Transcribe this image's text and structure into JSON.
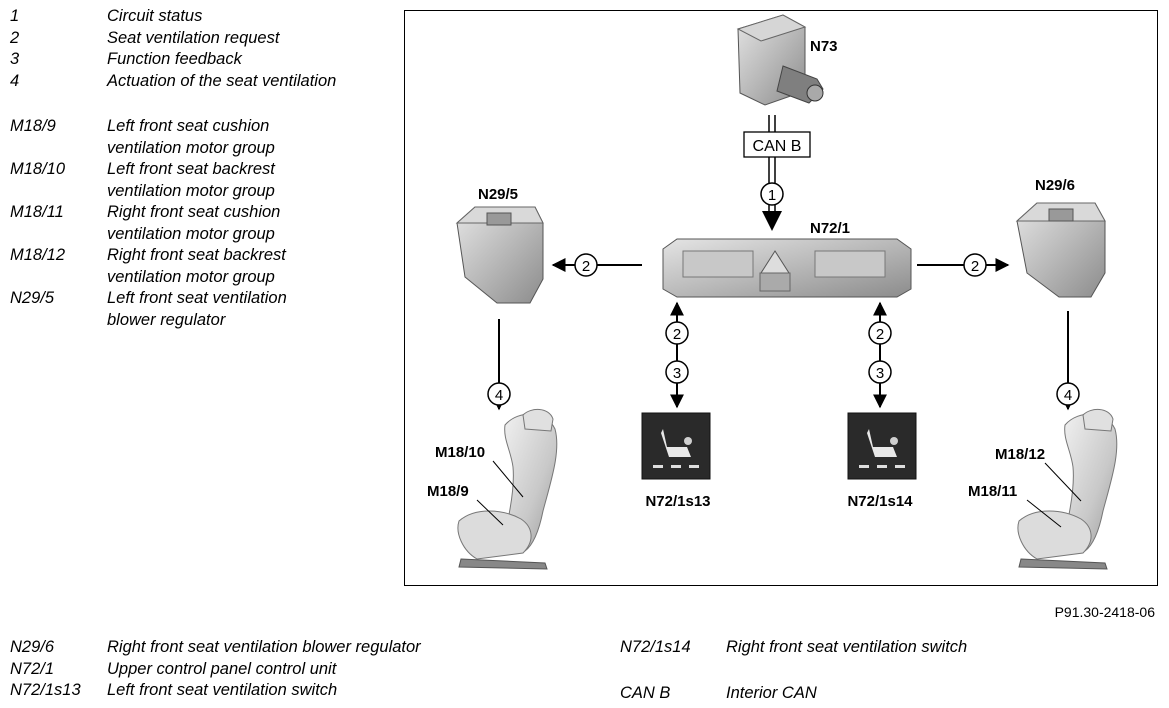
{
  "legend_top": [
    {
      "code": "1",
      "desc": "Circuit status"
    },
    {
      "code": "2",
      "desc": "Seat ventilation request"
    },
    {
      "code": "3",
      "desc": "Function feedback"
    },
    {
      "code": "4",
      "desc": "Actuation of the seat ventilation"
    },
    {
      "code": "M18/9",
      "desc": "Left front seat cushion",
      "desc2": "ventilation motor group"
    },
    {
      "code": "M18/10",
      "desc": "Left front seat backrest",
      "desc2": "ventilation motor group"
    },
    {
      "code": "M18/11",
      "desc": "Right front seat cushion",
      "desc2": "ventilation motor group"
    },
    {
      "code": "M18/12",
      "desc": "Right front seat backrest",
      "desc2": "ventilation motor group"
    },
    {
      "code": "N29/5",
      "desc": "Left front seat ventilation",
      "desc2": "blower regulator"
    }
  ],
  "legend_bottom_left": [
    {
      "code": "N29/6",
      "desc": "Right front seat ventilation blower regulator"
    },
    {
      "code": "N72/1",
      "desc": "Upper control panel control unit"
    },
    {
      "code": "N72/1s13",
      "desc": "Left front seat ventilation switch"
    }
  ],
  "legend_bottom_right": [
    {
      "code": "N72/1s14",
      "desc": "Right front seat ventilation switch"
    },
    {
      "code": "CAN B",
      "desc": "Interior CAN"
    }
  ],
  "diagram": {
    "n73": "N73",
    "can_b": "CAN B",
    "n72_1": "N72/1",
    "n29_5": "N29/5",
    "n29_6": "N29/6",
    "s13": "N72/1s13",
    "s14": "N72/1s14",
    "m18_10": "M18/10",
    "m18_9": "M18/9",
    "m18_12": "M18/12",
    "m18_11": "M18/11",
    "c1": "1",
    "c2": "2",
    "c3": "3",
    "c4": "4"
  },
  "reference": "P91.30-2418-06"
}
